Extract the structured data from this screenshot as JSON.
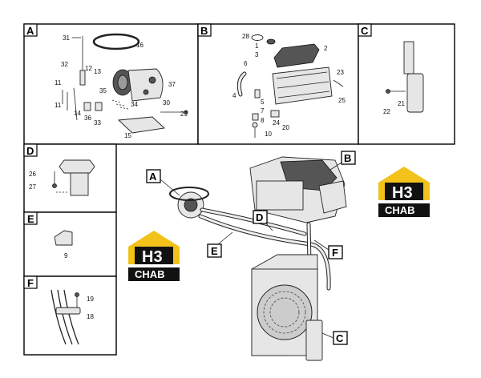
{
  "panels": {
    "A": {
      "label": "A",
      "callouts": [
        "31",
        "16",
        "32",
        "12",
        "13",
        "11",
        "35",
        "37",
        "11",
        "34",
        "30",
        "14",
        "36",
        "33",
        "29",
        "15"
      ]
    },
    "B": {
      "label": "B",
      "callouts": [
        "28",
        "1",
        "2",
        "3",
        "6",
        "23",
        "4",
        "5",
        "25",
        "7",
        "24",
        "8",
        "20",
        "10"
      ]
    },
    "C": {
      "label": "C",
      "callouts": [
        "22",
        "21"
      ]
    },
    "D": {
      "label": "D",
      "callouts": [
        "26",
        "27"
      ]
    },
    "E": {
      "label": "E",
      "callouts": [
        "9"
      ]
    },
    "F": {
      "label": "F",
      "callouts": [
        "19",
        "18"
      ]
    }
  },
  "overview_tags": [
    "A",
    "B",
    "C",
    "D",
    "E",
    "F"
  ],
  "logos": [
    {
      "mark": "H3",
      "word": "CHAB",
      "color": "#f2c21a"
    },
    {
      "mark": "H3",
      "word": "CHAB",
      "color": "#f2c21a"
    }
  ]
}
